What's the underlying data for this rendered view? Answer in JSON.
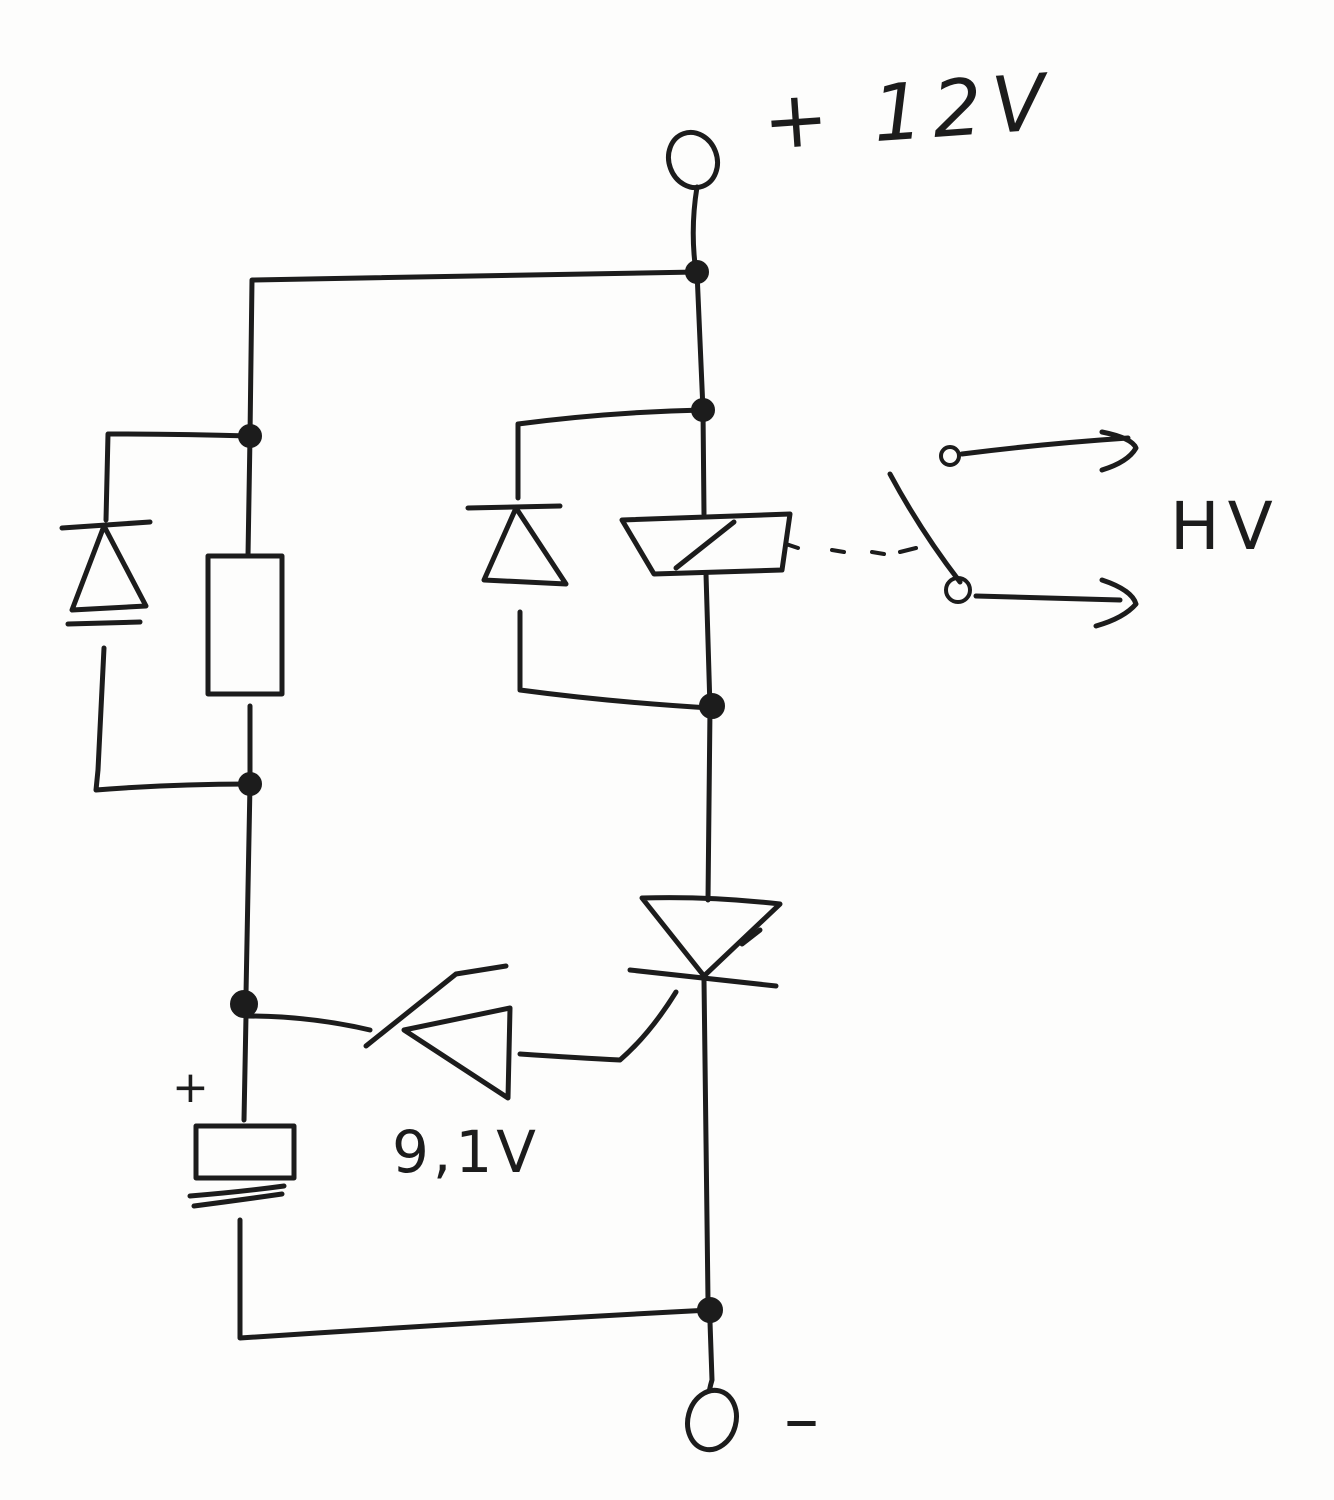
{
  "labels": {
    "supply_positive": "+ 12V",
    "output": "HV",
    "zener_voltage": "9,1V",
    "supply_negative": "–",
    "capacitor_polarity": "+"
  }
}
